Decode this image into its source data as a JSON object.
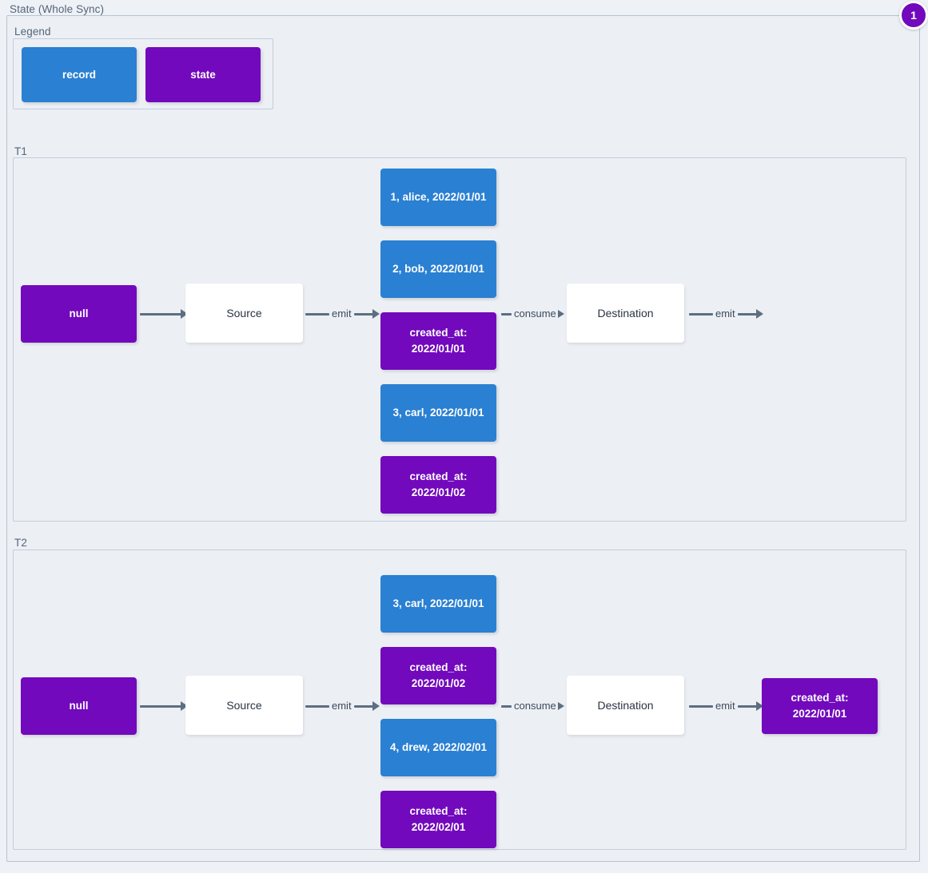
{
  "title": "State (Whole Sync)",
  "badge": {
    "count": "1",
    "color": "#7209bc"
  },
  "colors": {
    "record": "#2a80d2",
    "state": "#7209bc",
    "panel_bg": "#eceff4",
    "page_bg": "#eef1f5",
    "border": "#c3cedb",
    "label": "#55657a",
    "edge": "#5d6e81"
  },
  "legend": {
    "title": "Legend",
    "items": [
      {
        "label": "record",
        "kind": "record"
      },
      {
        "label": "state",
        "kind": "state"
      }
    ]
  },
  "edges": {
    "plain": "",
    "emit": "emit",
    "consume": "consume"
  },
  "t1": {
    "title": "T1",
    "initial_state": "null",
    "source": "Source",
    "destination": "Destination",
    "stream": [
      {
        "kind": "record",
        "label": "1, alice, 2022/01/01"
      },
      {
        "kind": "record",
        "label": "2, bob, 2022/01/01"
      },
      {
        "kind": "state",
        "line1": "created_at:",
        "line2": "2022/01/01"
      },
      {
        "kind": "record",
        "label": "3, carl, 2022/01/01"
      },
      {
        "kind": "state",
        "line1": "created_at:",
        "line2": "2022/01/02"
      }
    ],
    "final_state": null
  },
  "t2": {
    "title": "T2",
    "initial_state": "null",
    "source": "Source",
    "destination": "Destination",
    "stream": [
      {
        "kind": "record",
        "label": "3, carl, 2022/01/01"
      },
      {
        "kind": "state",
        "line1": "created_at:",
        "line2": "2022/01/02"
      },
      {
        "kind": "record",
        "label": "4, drew, 2022/02/01"
      },
      {
        "kind": "state",
        "line1": "created_at:",
        "line2": "2022/02/01"
      }
    ],
    "final_state": {
      "line1": "created_at:",
      "line2": "2022/01/01"
    }
  }
}
